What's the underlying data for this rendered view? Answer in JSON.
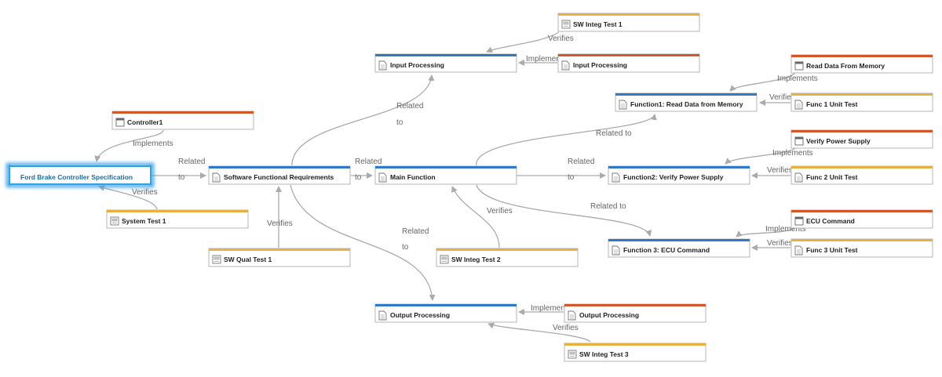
{
  "colors": {
    "requirement": "#2f79c6",
    "design": "#d2582c",
    "test": "#e6b042",
    "selected": "#2f9fe6",
    "line": "#aaaaaa",
    "label": "#666666"
  },
  "nodes": [
    {
      "id": "ford",
      "label": "Ford Brake Controller Specification",
      "kind": "requirement",
      "icon": "document-icon",
      "selected": true
    },
    {
      "id": "controller1",
      "label": "Controller1",
      "kind": "design",
      "icon": "window-icon"
    },
    {
      "id": "systest1",
      "label": "System Test 1",
      "kind": "test",
      "icon": "test-icon"
    },
    {
      "id": "sfr",
      "label": "Software Functional Requirements",
      "kind": "requirement",
      "icon": "document-icon"
    },
    {
      "id": "swqual1",
      "label": "SW Qual Test 1",
      "kind": "test",
      "icon": "test-icon"
    },
    {
      "id": "swinteg1",
      "label": "SW Integ Test 1",
      "kind": "test",
      "icon": "test-icon"
    },
    {
      "id": "inproc_req",
      "label": "Input Processing",
      "kind": "requirement",
      "icon": "document-icon"
    },
    {
      "id": "inproc_des",
      "label": "Input Processing",
      "kind": "design",
      "icon": "document-icon"
    },
    {
      "id": "mainfn",
      "label": "Main Function",
      "kind": "requirement",
      "icon": "document-icon"
    },
    {
      "id": "swinteg2",
      "label": "SW Integ Test 2",
      "kind": "test",
      "icon": "test-icon"
    },
    {
      "id": "outproc_req",
      "label": "Output Processing",
      "kind": "requirement",
      "icon": "document-icon"
    },
    {
      "id": "outproc_des",
      "label": "Output Processing",
      "kind": "design",
      "icon": "document-icon"
    },
    {
      "id": "swinteg3",
      "label": "SW Integ Test 3",
      "kind": "test",
      "icon": "test-icon"
    },
    {
      "id": "fn1",
      "label": "Function1: Read Data from Memory",
      "kind": "requirement",
      "icon": "document-icon"
    },
    {
      "id": "readmem",
      "label": "Read Data From Memory",
      "kind": "design",
      "icon": "window-icon"
    },
    {
      "id": "f1ut",
      "label": "Func 1 Unit Test",
      "kind": "test",
      "icon": "document-icon"
    },
    {
      "id": "fn2",
      "label": "Function2: Verify Power Supply",
      "kind": "requirement",
      "icon": "document-icon"
    },
    {
      "id": "verpow",
      "label": "Verify Power Supply",
      "kind": "design",
      "icon": "window-icon"
    },
    {
      "id": "f2ut",
      "label": "Func 2 Unit Test",
      "kind": "test",
      "icon": "document-icon"
    },
    {
      "id": "fn3",
      "label": "Function 3: ECU Command",
      "kind": "requirement",
      "icon": "document-icon"
    },
    {
      "id": "ecucmd",
      "label": "ECU Command",
      "kind": "design",
      "icon": "window-icon"
    },
    {
      "id": "f3ut",
      "label": "Func 3 Unit Test",
      "kind": "test",
      "icon": "document-icon"
    }
  ],
  "edges": [
    {
      "id": "e1",
      "from": "controller1",
      "to": "ford",
      "label": "Implements"
    },
    {
      "id": "e2",
      "from": "systest1",
      "to": "ford",
      "label": "Verifies"
    },
    {
      "id": "e3",
      "from": "ford",
      "to": "sfr",
      "label": "Related to"
    },
    {
      "id": "e4",
      "from": "swqual1",
      "to": "sfr",
      "label": "Verifies"
    },
    {
      "id": "e5",
      "from": "sfr",
      "to": "inproc_req",
      "label": "Related to"
    },
    {
      "id": "e6",
      "from": "sfr",
      "to": "mainfn",
      "label": "Related to"
    },
    {
      "id": "e7",
      "from": "sfr",
      "to": "outproc_req",
      "label": "Related to"
    },
    {
      "id": "e8",
      "from": "swinteg1",
      "to": "inproc_req",
      "label": "Verifies"
    },
    {
      "id": "e9",
      "from": "inproc_des",
      "to": "inproc_req",
      "label": "Implements"
    },
    {
      "id": "e10",
      "from": "swinteg2",
      "to": "mainfn",
      "label": "Verifies"
    },
    {
      "id": "e11",
      "from": "mainfn",
      "to": "fn1",
      "label": "Related to"
    },
    {
      "id": "e12",
      "from": "mainfn",
      "to": "fn2",
      "label": "Related to"
    },
    {
      "id": "e13",
      "from": "mainfn",
      "to": "fn3",
      "label": "Related to"
    },
    {
      "id": "e14",
      "from": "outproc_des",
      "to": "outproc_req",
      "label": "Implements"
    },
    {
      "id": "e15",
      "from": "swinteg3",
      "to": "outproc_req",
      "label": "Verifies"
    },
    {
      "id": "e16",
      "from": "readmem",
      "to": "fn1",
      "label": "Implements"
    },
    {
      "id": "e17",
      "from": "f1ut",
      "to": "fn1",
      "label": "Verifies"
    },
    {
      "id": "e18",
      "from": "verpow",
      "to": "fn2",
      "label": "Implements"
    },
    {
      "id": "e19",
      "from": "f2ut",
      "to": "fn2",
      "label": "Verifies"
    },
    {
      "id": "e20",
      "from": "ecucmd",
      "to": "fn3",
      "label": "Implements"
    },
    {
      "id": "e21",
      "from": "f3ut",
      "to": "fn3",
      "label": "Verifies"
    }
  ]
}
